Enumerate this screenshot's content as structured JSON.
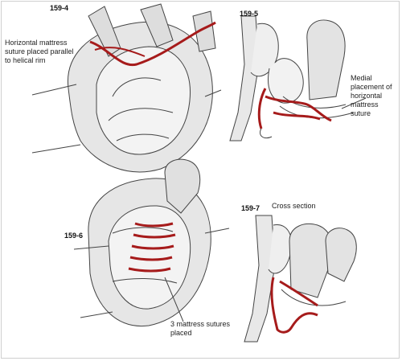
{
  "colors": {
    "suture": "#a61b1b",
    "ink": "#444444",
    "shade": "#c9c9c9",
    "paper": "#ffffff"
  },
  "panels": [
    {
      "id": "159-4",
      "figure_label": "159-4",
      "caption": "Horizontal mattress suture placed parallel to helical rim"
    },
    {
      "id": "159-5",
      "figure_label": "159-5",
      "caption": "Medial placement of horizontal mattress suture"
    },
    {
      "id": "159-6",
      "figure_label": "159-6",
      "caption": "3 mattress sutures placed"
    },
    {
      "id": "159-7",
      "figure_label": "159-7",
      "caption": "Cross section"
    }
  ]
}
